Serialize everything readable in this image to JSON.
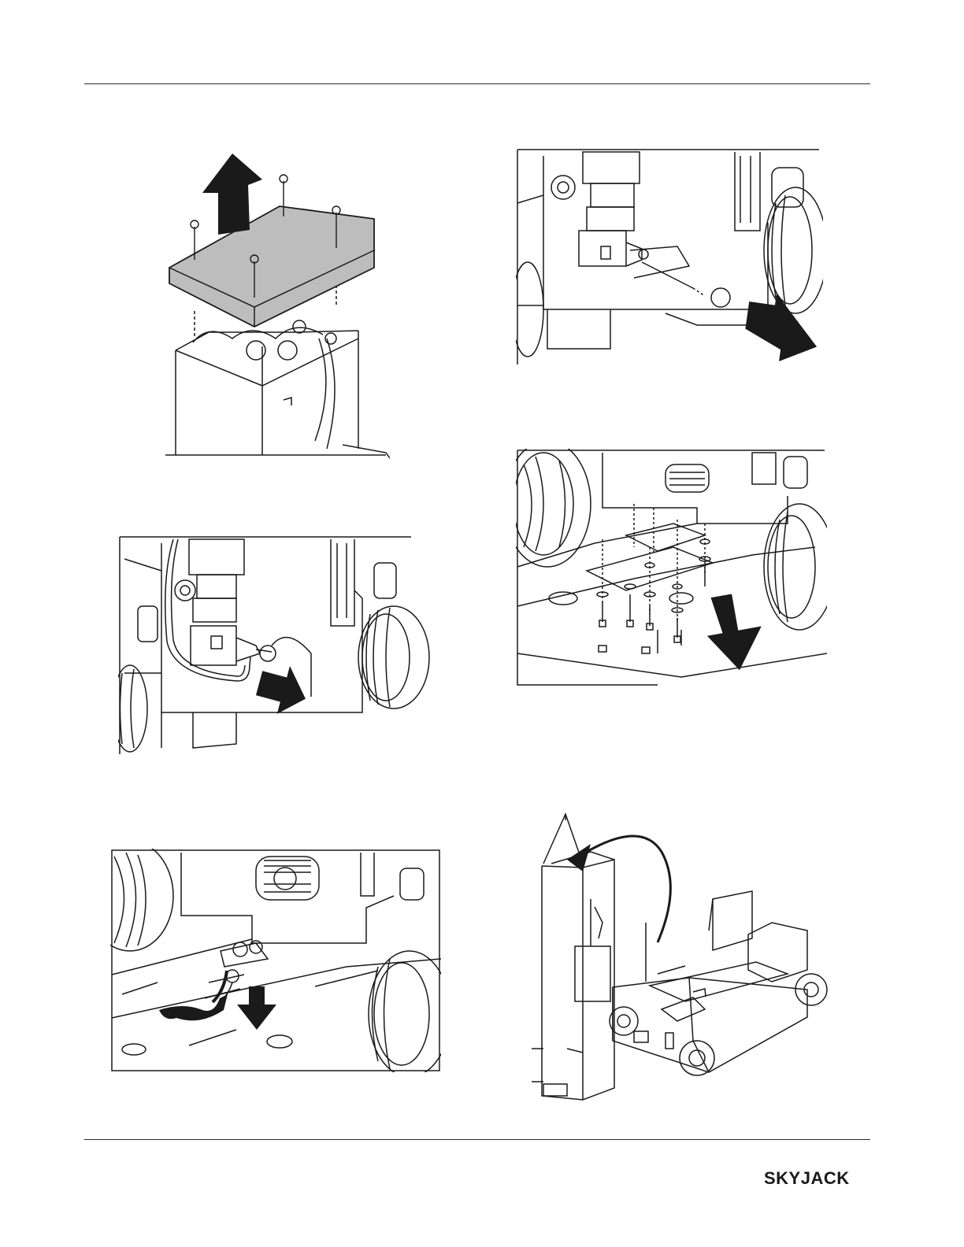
{
  "figures": [
    {
      "name": "fig-remove-cover",
      "arrow": "up-left"
    },
    {
      "name": "fig-hydraulic-left",
      "arrow": "right"
    },
    {
      "name": "fig-hose-down",
      "arrow": "down"
    },
    {
      "name": "fig-hydraulic-right",
      "arrow": "right"
    },
    {
      "name": "fig-bolts-down",
      "arrow": "down"
    },
    {
      "name": "fig-mast-lift",
      "arrow": "curve"
    }
  ],
  "logo": {
    "text": "SKYJACK"
  },
  "colors": {
    "line": "#1a1a1a",
    "cover": "#bdbdbd",
    "arrow": "#1a1a1a"
  }
}
